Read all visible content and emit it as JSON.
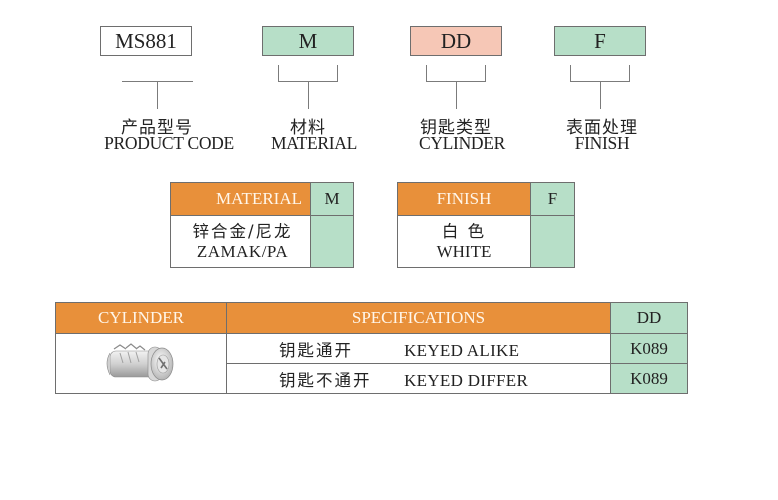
{
  "code_parts": [
    {
      "code": "MS881",
      "label_cn": "产品型号",
      "label_en": "PRODUCT CODE",
      "color": "#ffffff"
    },
    {
      "code": "M",
      "label_cn": "材料",
      "label_en": "MATERIAL",
      "color": "#b7dfc8"
    },
    {
      "code": "DD",
      "label_cn": "钥匙类型",
      "label_en": "CYLINDER",
      "color": "#f6c7b6"
    },
    {
      "code": "F",
      "label_cn": "表面处理",
      "label_en": "FINISH",
      "color": "#b7dfc8"
    }
  ],
  "material_table": {
    "header": "MATERIAL",
    "code_header": "M",
    "value_cn": "锌合金/尼龙",
    "value_en": "ZAMAK/PA"
  },
  "finish_table": {
    "header": "FINISH",
    "code_header": "F",
    "value_cn": "白 色",
    "value_en": "WHITE"
  },
  "cylinder_table": {
    "header_cylinder": "CYLINDER",
    "header_specs": "SPECIFICATIONS",
    "header_code": "DD",
    "image_icon": "lock-cylinder-icon",
    "rows": [
      {
        "cn": "钥匙通开",
        "en": "KEYED ALIKE",
        "code": "K089"
      },
      {
        "cn": "钥匙不通开",
        "en": "KEYED DIFFER",
        "code": "K089"
      }
    ]
  },
  "colors": {
    "header_orange": "#e8903a",
    "code_green": "#b7dfc8",
    "code_pink": "#f6c7b6",
    "border": "#6e6e6e"
  }
}
